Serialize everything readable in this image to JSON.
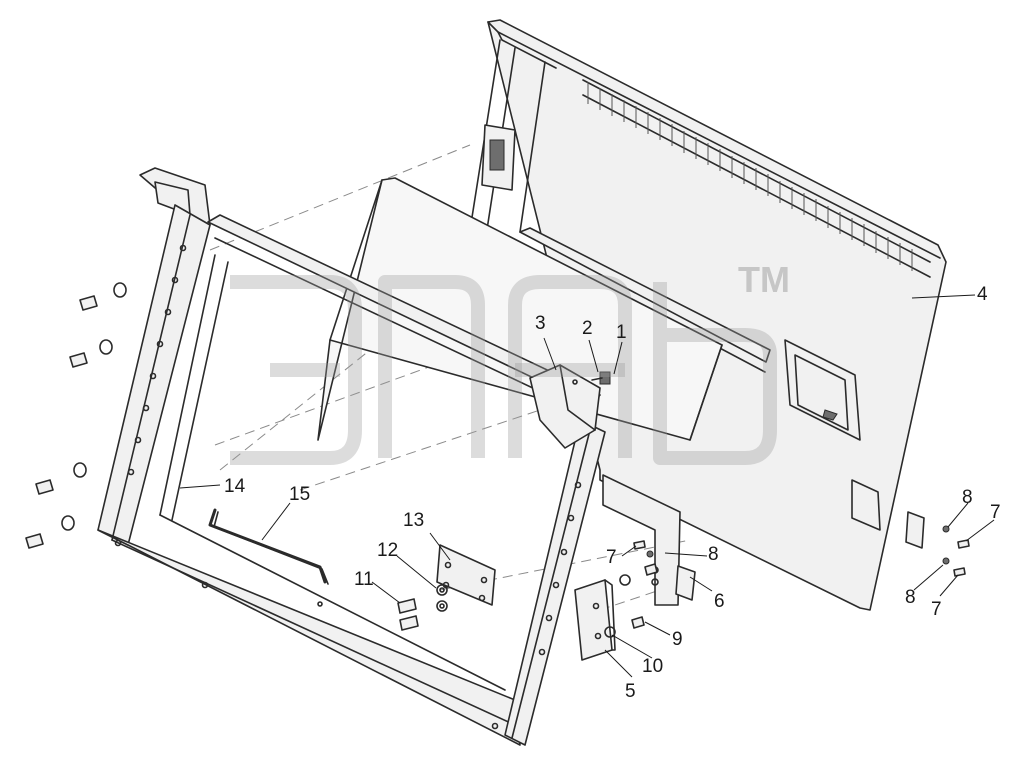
{
  "watermark": {
    "trademark": "TM"
  },
  "callouts": [
    {
      "id": "c1",
      "label": "1"
    },
    {
      "id": "c2",
      "label": "2"
    },
    {
      "id": "c3",
      "label": "3"
    },
    {
      "id": "c4",
      "label": "4"
    },
    {
      "id": "c5",
      "label": "5"
    },
    {
      "id": "c6",
      "label": "6"
    },
    {
      "id": "c7a",
      "label": "7"
    },
    {
      "id": "c7b",
      "label": "7"
    },
    {
      "id": "c7c",
      "label": "7"
    },
    {
      "id": "c8a",
      "label": "8"
    },
    {
      "id": "c8b",
      "label": "8"
    },
    {
      "id": "c8c",
      "label": "8"
    },
    {
      "id": "c9",
      "label": "9"
    },
    {
      "id": "c10",
      "label": "10"
    },
    {
      "id": "c11",
      "label": "11"
    },
    {
      "id": "c12",
      "label": "12"
    },
    {
      "id": "c13",
      "label": "13"
    },
    {
      "id": "c14",
      "label": "14"
    },
    {
      "id": "c15",
      "label": "15"
    }
  ]
}
